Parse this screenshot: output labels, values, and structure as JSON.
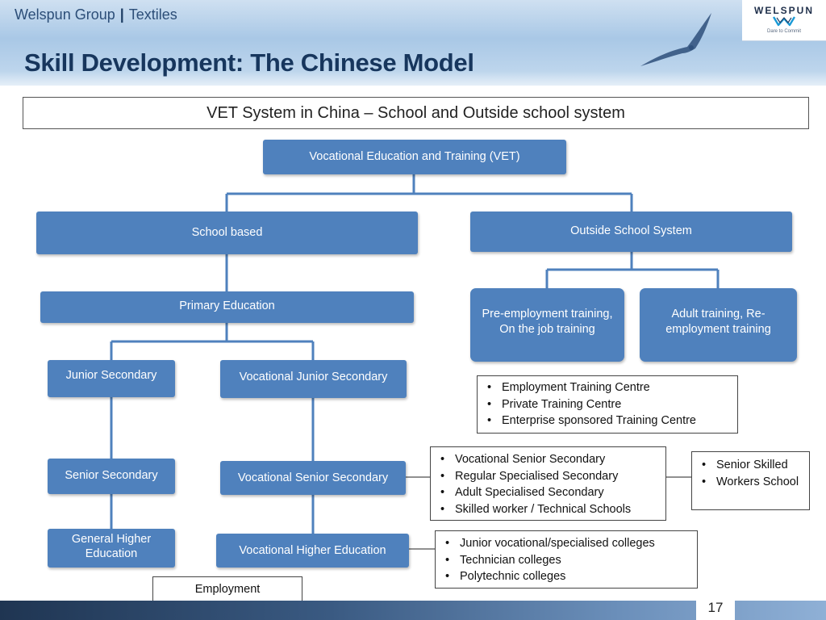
{
  "header": {
    "company": "Welspun Group",
    "separator": "|",
    "division": "Textiles",
    "logo_text": "WELSPUN",
    "logo_tagline": "Dare to Commit",
    "logo_icon": "welspun-w-mark",
    "decor_icon": "flying-bird",
    "band_color": "#a9c8e6"
  },
  "title": "Skill Development: The Chinese Model",
  "subtitle": "VET System in China – School and Outside school system",
  "colors": {
    "node_fill": "#4f81bd",
    "title_color": "#17365d",
    "connector": "#4f81bd"
  },
  "nodes": {
    "vet": "Vocational Education and Training (VET)",
    "school_based": "School based",
    "outside_school": "Outside School System",
    "primary": "Primary Education",
    "pre_employment": "Pre-employment training, On the job training",
    "adult_training": "Adult training, Re-employment training",
    "junior_secondary": "Junior Secondary",
    "voc_junior_secondary": "Vocational Junior Secondary",
    "senior_secondary": "Senior Secondary",
    "voc_senior_secondary": "Vocational Senior Secondary",
    "general_higher": "General Higher Education",
    "voc_higher": "Vocational Higher Education"
  },
  "lists": {
    "training_centres": [
      "Employment Training Centre",
      "Private Training Centre",
      "Enterprise sponsored Training Centre"
    ],
    "senior_secondary_types": [
      "Vocational Senior Secondary",
      "Regular Specialised Secondary",
      "Adult Specialised Secondary",
      "Skilled worker / Technical Schools"
    ],
    "senior_skilled": [
      "Senior Skilled",
      "Workers School"
    ],
    "colleges": [
      "Junior vocational/specialised colleges",
      "Technician colleges",
      "Polytechnic colleges"
    ]
  },
  "employment": "Employment",
  "page_number": "17"
}
